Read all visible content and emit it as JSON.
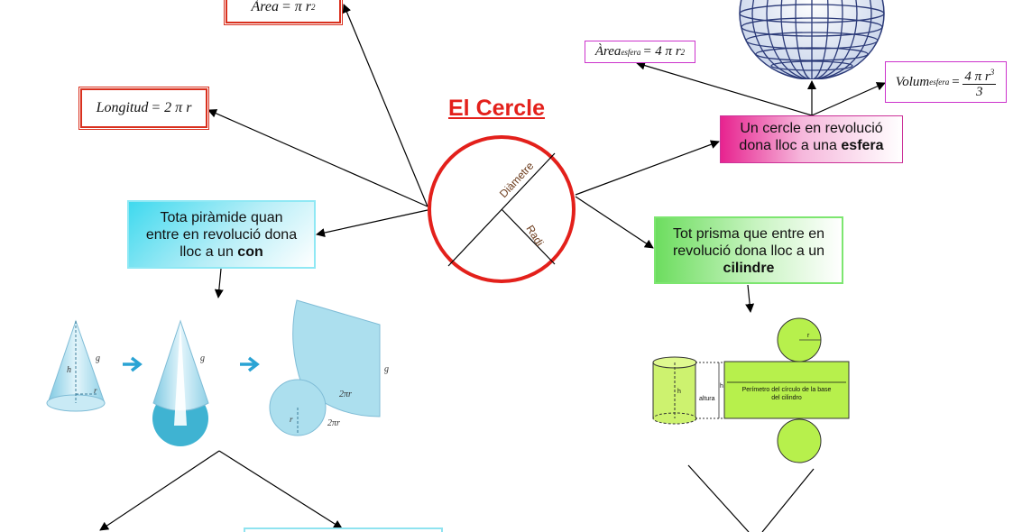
{
  "title": "El Cercle",
  "circle": {
    "diameter_label": "Diàmetre",
    "radius_label": "Radi"
  },
  "formulas": {
    "area_circle": {
      "name": "Àrea",
      "rhs": "= π r",
      "exp": "2"
    },
    "longitud": {
      "name": "Longitud",
      "rhs": "= 2 π r"
    },
    "area_sphere": {
      "name": "Àrea",
      "sub": "esfera",
      "rhs": "= 4 π r",
      "exp": "2"
    },
    "volum_sphere": {
      "name": "Volum",
      "sub": "esfera",
      "eq": "=",
      "num": "4 π r",
      "num_exp": "3",
      "den": "3"
    }
  },
  "boxes": {
    "sphere": {
      "line1": "Un cercle en revolució",
      "line2_pre": "dona lloc a una ",
      "line2_bold": "esfera"
    },
    "cone": {
      "line1": "Tota piràmide quan",
      "line2": "entre en revolució dona",
      "line3_pre": "lloc a un ",
      "line3_bold": "con"
    },
    "cylinder": {
      "line1": "Tot prisma que entre en",
      "line2": "revolució dona lloc a un",
      "line3_bold": "cilindre"
    }
  },
  "cone_figure": {
    "h": "h",
    "g": "g",
    "r": "r",
    "arc1": "2πr",
    "arc2": "2πr"
  },
  "cylinder_figure": {
    "h": "h",
    "r": "r",
    "altura": "altura",
    "perimeter_text_1": "Perímetro del círculo de la base",
    "perimeter_text_2": "del cilindro"
  },
  "colors": {
    "circle": "#e3201b",
    "title": "#e3201b",
    "formula_border_red": "#d9301e",
    "sphere_box": "#e7238f",
    "cone_box": "#3fd9ee",
    "cylinder_box": "#6ddd5f",
    "cyl_fill": "#b7f04c",
    "cone_fill": "#a9dced"
  }
}
